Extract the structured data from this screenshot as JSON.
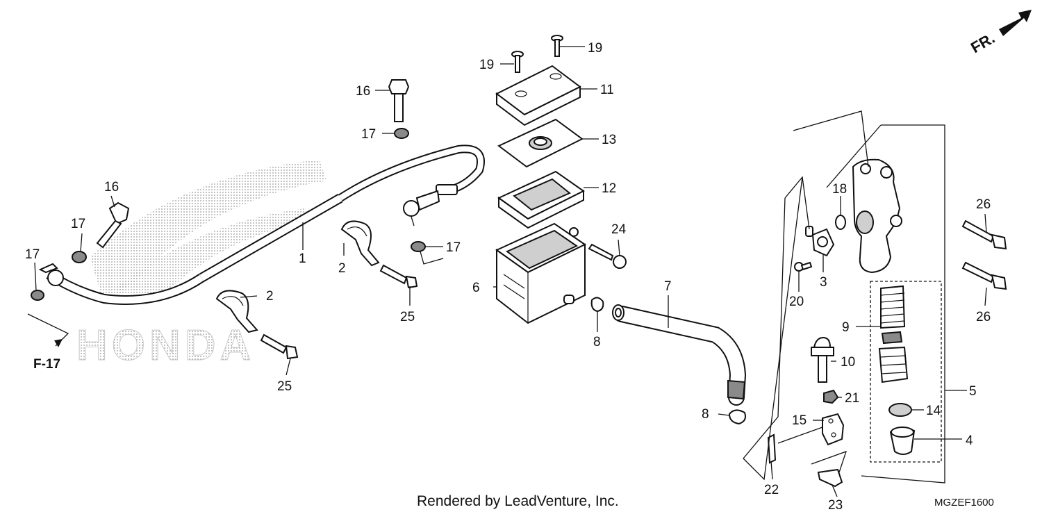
{
  "orientation": {
    "label": "FR."
  },
  "section_ref": {
    "label": "F-17"
  },
  "watermark": {
    "text": "HONDA"
  },
  "footer": {
    "text": "Rendered by LeadVenture, Inc."
  },
  "diagram_code": {
    "text": "MGZEF1600"
  },
  "callouts": {
    "c1": "1",
    "c2a": "2",
    "c2b": "2",
    "c3": "3",
    "c4": "4",
    "c5": "5",
    "c6": "6",
    "c7": "7",
    "c8a": "8",
    "c8b": "8",
    "c9": "9",
    "c10": "10",
    "c11": "11",
    "c12": "12",
    "c13": "13",
    "c14": "14",
    "c15": "15",
    "c16a": "16",
    "c16b": "16",
    "c17a": "17",
    "c17b": "17",
    "c17c": "17",
    "c17d": "17",
    "c18": "18",
    "c19a": "19",
    "c19b": "19",
    "c20": "20",
    "c21": "21",
    "c22": "22",
    "c23": "23",
    "c24": "24",
    "c25a": "25",
    "c25b": "25",
    "c26a": "26",
    "c26b": "26"
  }
}
